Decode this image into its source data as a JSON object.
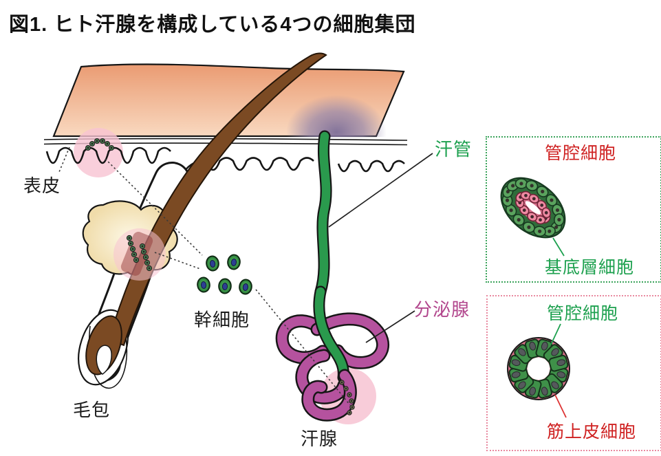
{
  "title": "図1. ヒト汗腺を構成している4つの細胞集団",
  "colors": {
    "label_green": "#1ca04e",
    "label_red": "#cf2121",
    "label_magenta": "#b2478d",
    "label_black": "#1a1a1a",
    "duct_green": "#2a9a4d",
    "gland_plum": "#b5529e",
    "skin_band_top": "#ea9b72",
    "skin_band_bottom": "#f9d9c0",
    "hair_brown": "#7b4a23",
    "sebaceous_cream": "#f0dcaa",
    "highlight_pink": "#f7c3d2",
    "pore_purple": "#7d6e98",
    "duct_box_border": "#3aa35a",
    "secretory_box_border": "#e8889f",
    "basal_cell_green": "#5aa35e",
    "luminal_cell_pink": "#ef8aa2",
    "secretory_cell_green": "#3f9049",
    "stem_cell_green": "#3f9d4c",
    "stem_cell_nucleus": "#2c3f93"
  },
  "main_labels": {
    "epidermis": "表皮",
    "hair_follicle": "毛包",
    "stem_cells": "幹細胞",
    "sweat_gland": "汗腺",
    "sweat_duct": "汗管",
    "secretory_gland": "分泌腺"
  },
  "duct_inset": {
    "luminal_cells": "管腔細胞",
    "basal_cells": "基底層細胞"
  },
  "secretory_inset": {
    "luminal_cells": "管腔細胞",
    "myoepithelial_cells": "筋上皮細胞"
  }
}
